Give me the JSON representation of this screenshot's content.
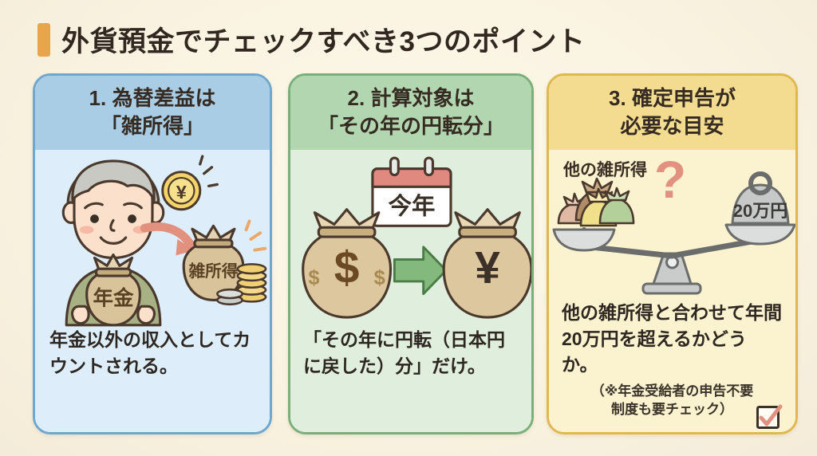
{
  "page": {
    "background_color": "#faf3e1",
    "title": "外貨預金でチェックすべき3つのポイント",
    "title_accent_color": "#e8a54a",
    "title_color": "#32281f"
  },
  "cards": [
    {
      "id": "card-1",
      "number": "1.",
      "header_lines": [
        "1. 為替差益は",
        "「雑所得」"
      ],
      "header_color": "#a9cde5",
      "body_color": "#ddeefa",
      "border_color": "#6fa8ce",
      "body_text": "年金以外の収入としてカウントされる。",
      "illustration": {
        "name": "elderly-person-pension-to-misc-income",
        "labels": [
          "年金",
          "雑所得",
          "¥"
        ]
      }
    },
    {
      "id": "card-2",
      "number": "2.",
      "header_lines": [
        "2. 計算対象は",
        "「その年の円転分」"
      ],
      "header_color": "#b2d6b0",
      "body_color": "#dfeedd",
      "border_color": "#79b07a",
      "body_text": "「その年に円転（日本円に戻した）分」だけ。",
      "illustration": {
        "name": "dollar-bag-arrow-yen-bag-with-calendar",
        "labels": [
          "今年",
          "$",
          "¥"
        ]
      }
    },
    {
      "id": "card-3",
      "number": "3.",
      "header_lines": [
        "3. 確定申告が",
        "必要な目安"
      ],
      "header_color": "#f3dc8f",
      "body_color": "#fbf2cf",
      "border_color": "#dfb84e",
      "body_text": "他の雑所得と合わせて年間20万円を超えるかどうか。",
      "note_lines": [
        "（※年金受給者の申告不要",
        "制度も要チェック）"
      ],
      "illustration": {
        "name": "balance-scale-misc-income-vs-200000-yen",
        "labels": [
          "他の雑所得",
          "20万円",
          "?"
        ]
      }
    }
  ]
}
